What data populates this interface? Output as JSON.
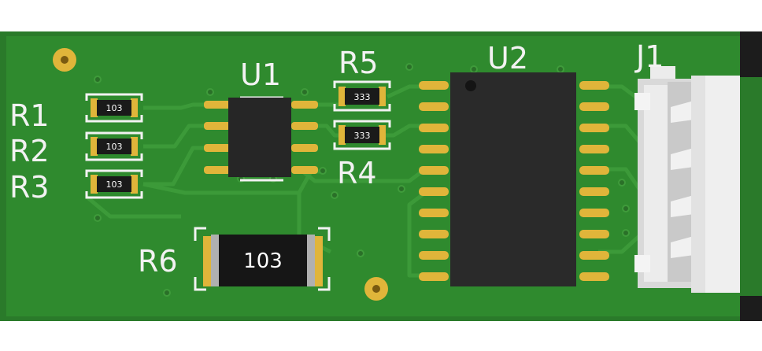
{
  "board": {
    "colors": {
      "solder_mask": "#2f8a2e",
      "trace": "#3b9c38",
      "pad": "#e0b53a",
      "silkscreen": "#f2f2f2",
      "ic_body": "#2b2b2b",
      "connector": "#e8e8e8"
    },
    "designators": {
      "r1": "R1",
      "r2": "R2",
      "r3": "R3",
      "r4": "R4",
      "r5": "R5",
      "r6": "R6",
      "u1": "U1",
      "u2": "U2",
      "j1": "J1"
    },
    "markings": {
      "r1": "103",
      "r2": "103",
      "r3": "103",
      "r4": "333",
      "r5": "333",
      "r6": "103"
    }
  }
}
